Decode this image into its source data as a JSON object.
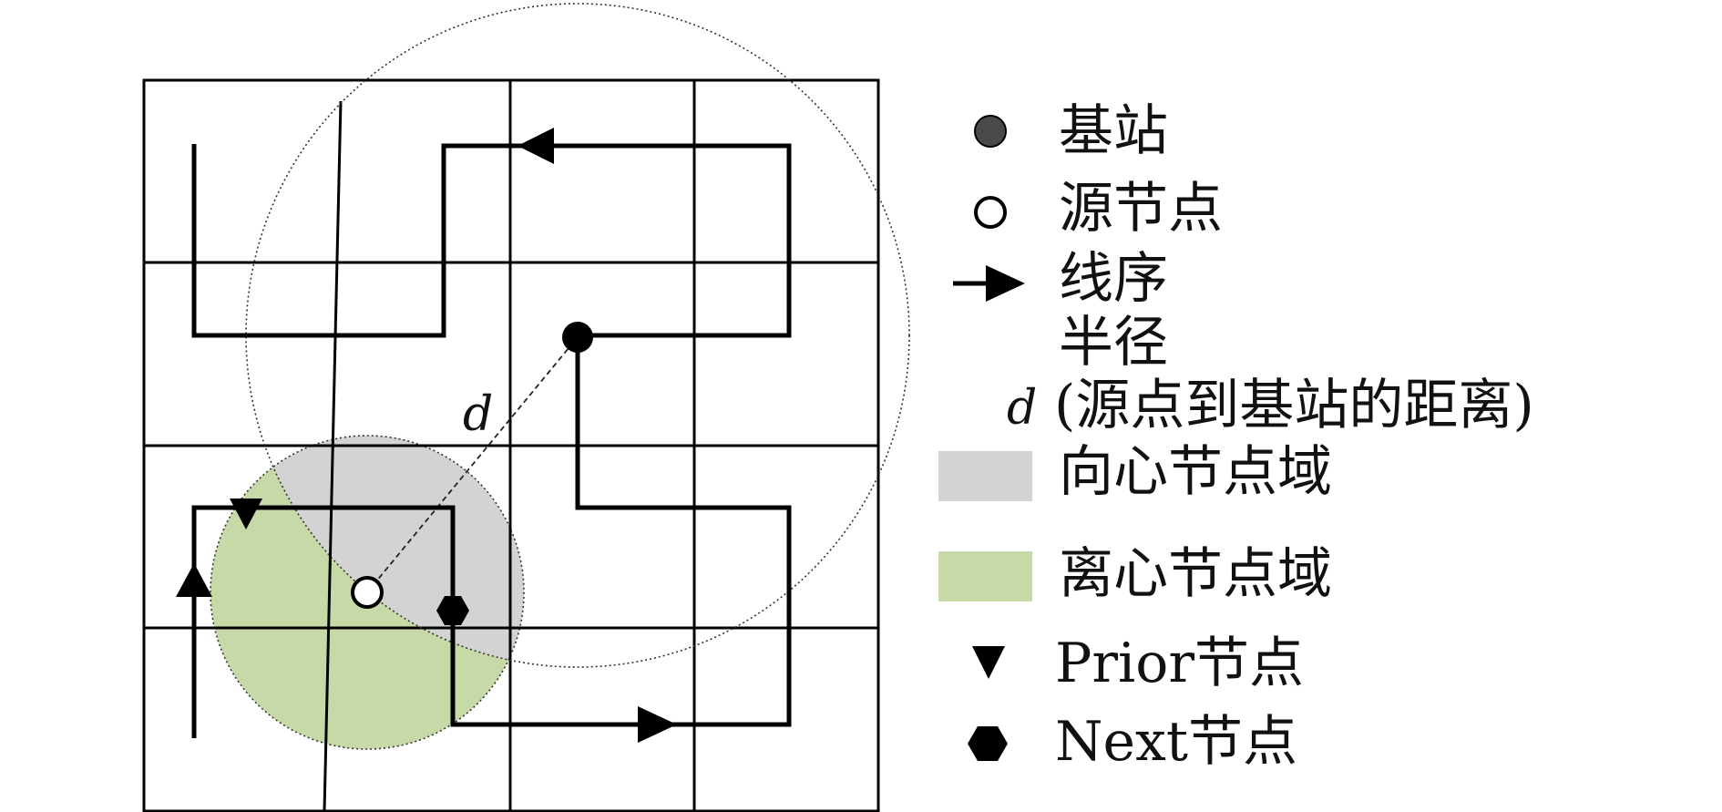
{
  "distance_label": "d",
  "legend": {
    "base_station": "基站",
    "source_node": "源节点",
    "line_order": "线序",
    "radius_line1": "半径",
    "radius_prefix": "d",
    "radius_line2": "(源点到基站的距离)",
    "centripetal_domain": "向心节点域",
    "centrifugal_domain": "离心节点域",
    "prior_node": "Prior节点",
    "next_node": "Next节点"
  },
  "colors": {
    "centripetal_fill": "#d3d3d3",
    "centrifugal_fill": "#c6d9a6",
    "line": "#000000",
    "base_station_legend": "#4a4a4a"
  },
  "icons": {
    "base_station": "filled-circle",
    "source_node": "hollow-circle",
    "line_order": "arrow-right",
    "prior_node": "down-triangle",
    "next_node": "filled-hexagon"
  }
}
